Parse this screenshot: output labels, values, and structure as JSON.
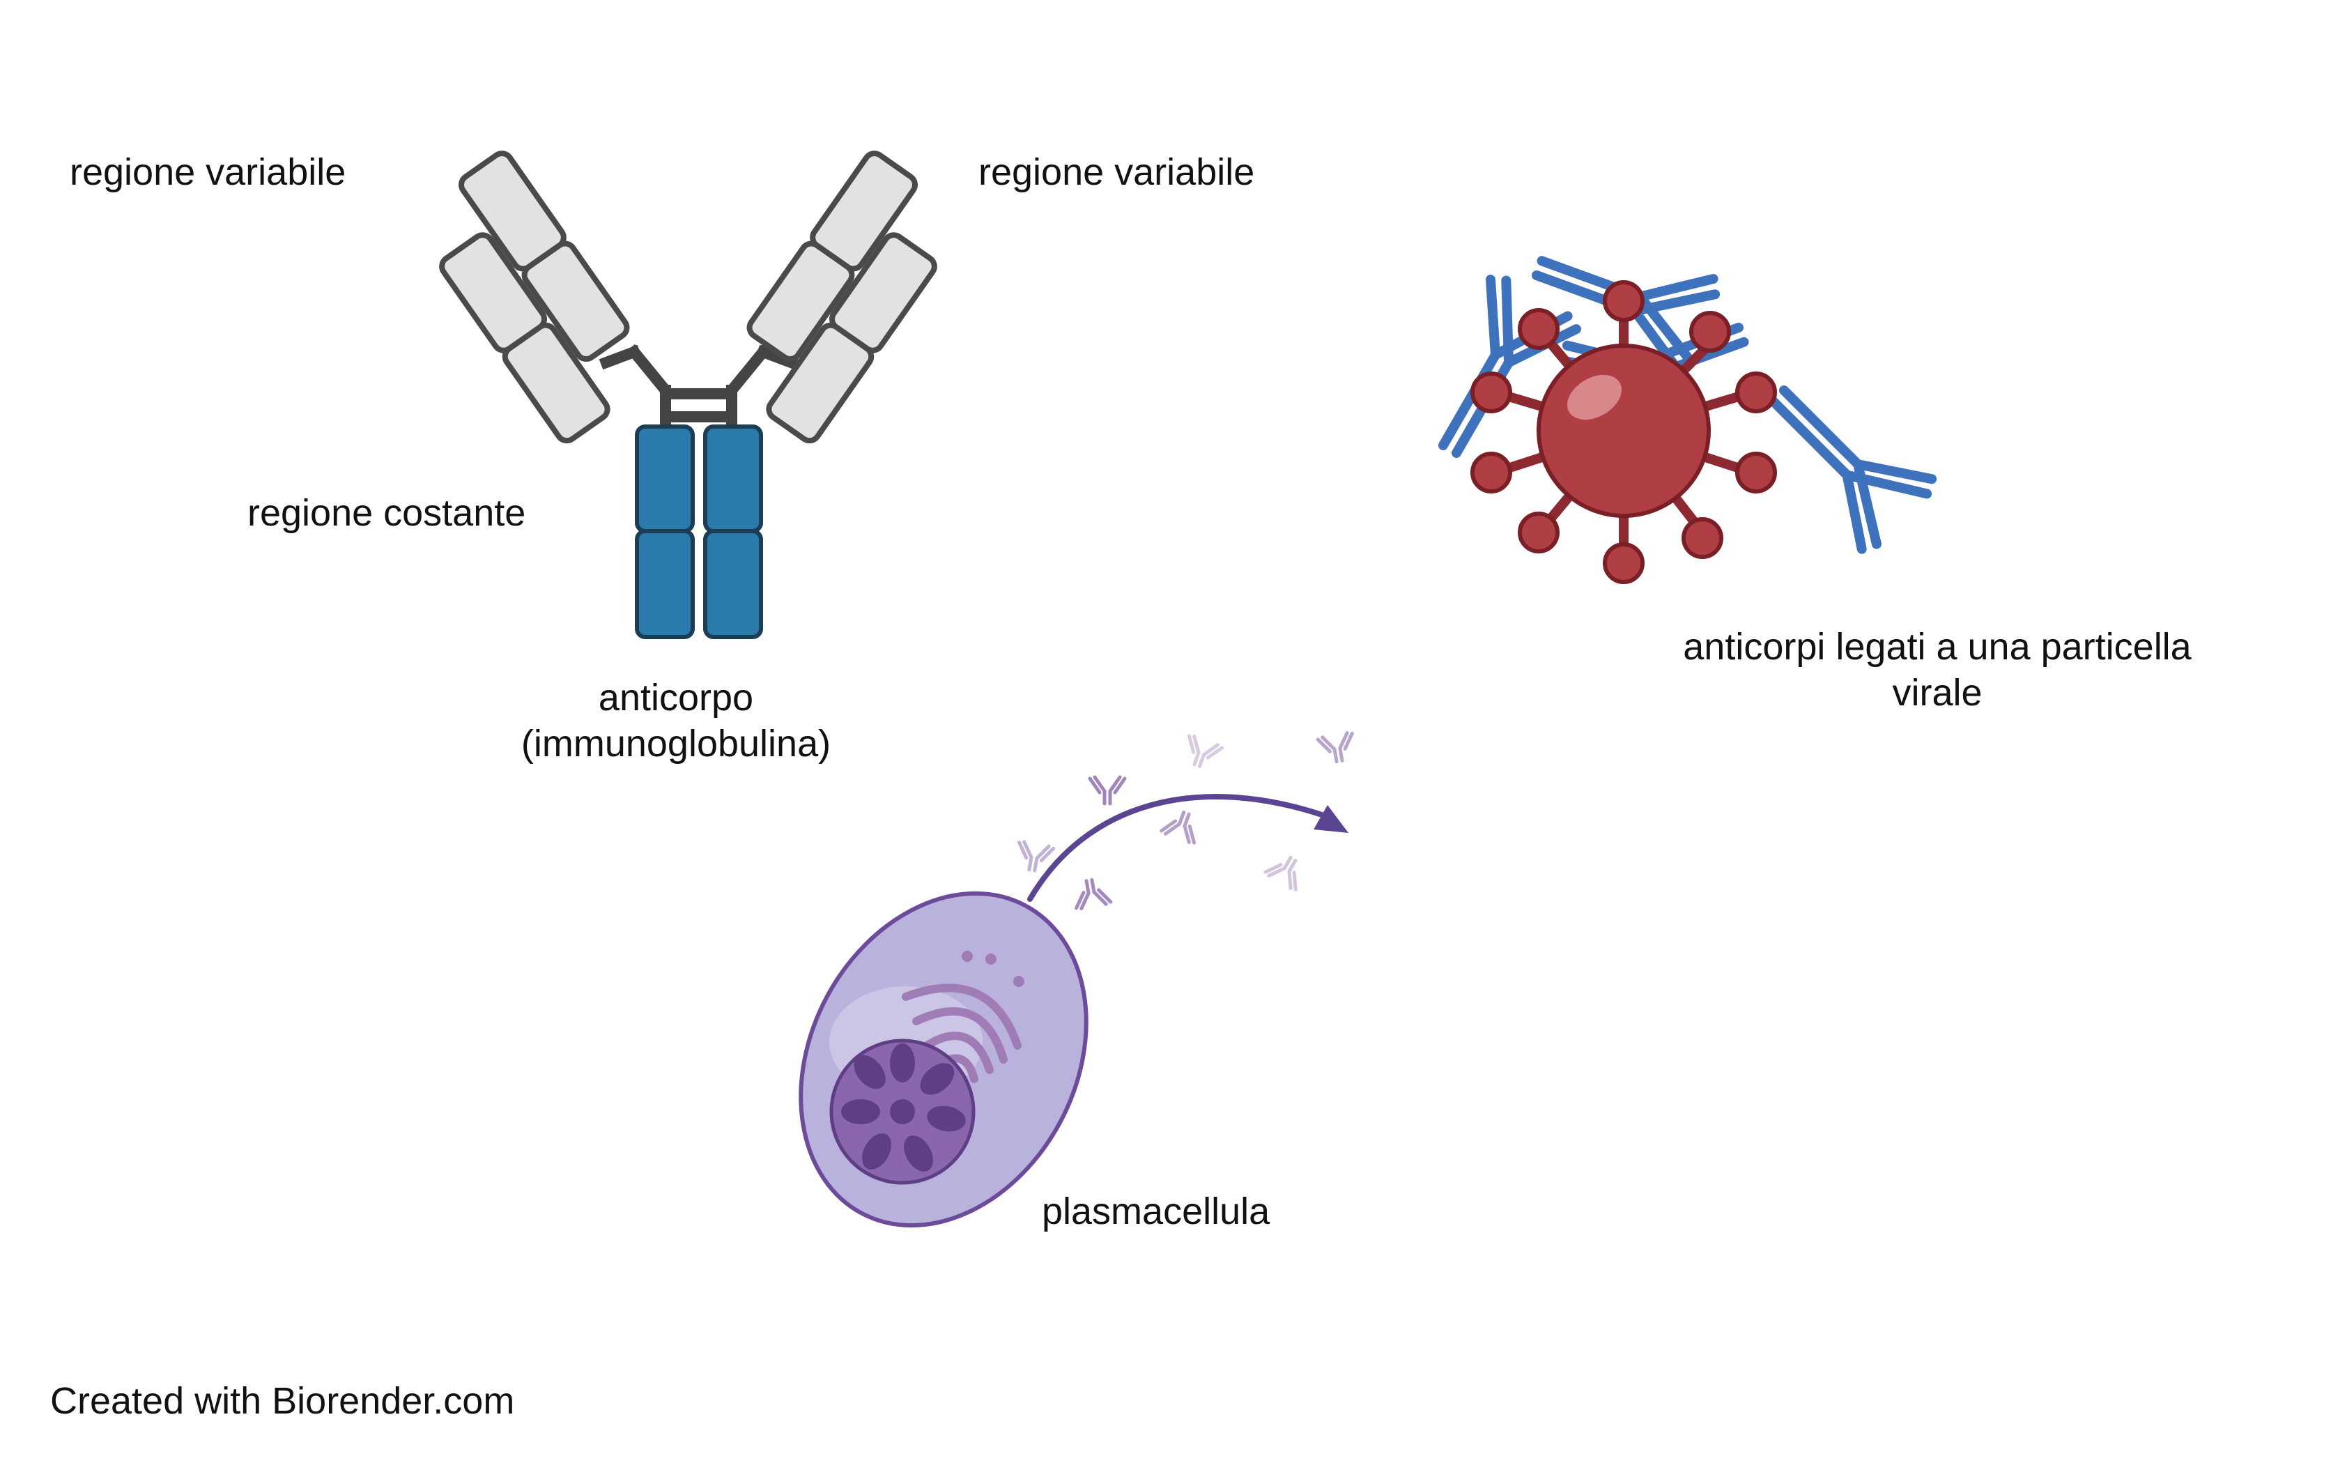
{
  "labels": {
    "variable_left": "regione variabile",
    "variable_right": "regione variabile",
    "constant": "regione costante",
    "antibody_line1": "anticorpo",
    "antibody_line2": "(immunoglobulina)",
    "bound_line1": "anticorpi legati a una particella",
    "bound_line2": "virale",
    "plasma_cell": "plasmacellula"
  },
  "credit": "Created with Biorender.com",
  "colors": {
    "heavy_chain": "#2a7bab",
    "light_chain": "#e2e2e2",
    "outline": "#444444",
    "virus": "#b03f45",
    "virus_bound_antibody": "#3f72bd",
    "cell_body": "#b9b2dd",
    "nucleus": "#8a67ad",
    "secreted_antibody": "#9b7fb8"
  }
}
